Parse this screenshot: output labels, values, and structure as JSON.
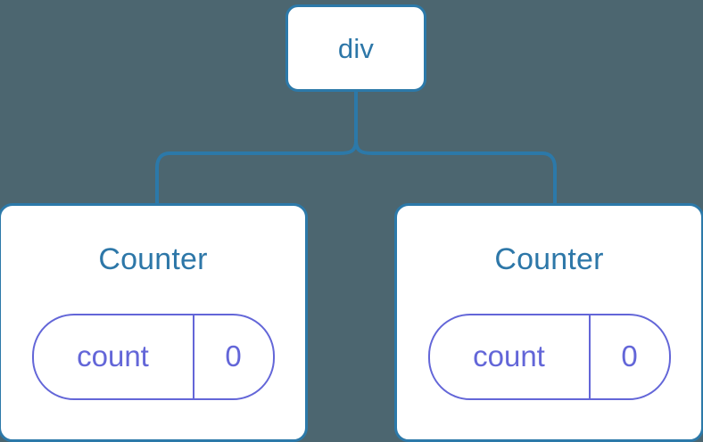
{
  "diagram": {
    "type": "component-tree",
    "background_color": "#4c6670",
    "node_border_color": "#2c79a9",
    "node_fill_color": "#ffffff",
    "node_label_color": "#2d77a8",
    "connector_color": "#2c79a9",
    "pill_color": "#6366d8",
    "root": {
      "label": "div"
    },
    "children": [
      {
        "label": "Counter",
        "state": {
          "key": "count",
          "value": "0"
        }
      },
      {
        "label": "Counter",
        "state": {
          "key": "count",
          "value": "0"
        }
      }
    ]
  }
}
